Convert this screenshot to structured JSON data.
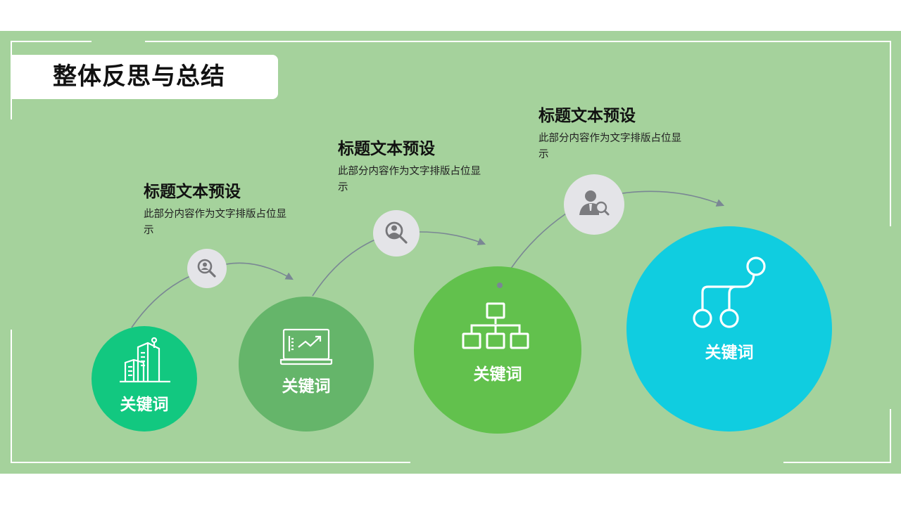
{
  "slide": {
    "title": "整体反思与总结",
    "colors": {
      "background": "#a5d29c",
      "frame": "#ffffff",
      "connector": "#7a8794",
      "badge": "#e4e4e8",
      "badge_icon": "#7b7b7f"
    }
  },
  "steps": [
    {
      "heading": "标题文本预设",
      "body": "此部分内容作为文字排版占位显示",
      "keyword": "关键词",
      "circle_color": "#12c880",
      "main_icon": "buildings-icon",
      "badge_icon": "search-person-icon"
    },
    {
      "heading": "标题文本预设",
      "body": "此部分内容作为文字排版占位显示",
      "keyword": "关键词",
      "circle_color": "#65b56a",
      "main_icon": "laptop-chart-icon",
      "badge_icon": "search-businessman-icon"
    },
    {
      "heading": "标题文本预设",
      "body": "此部分内容作为文字排版占位显示",
      "keyword": "关键词",
      "circle_color": "#62c14d",
      "main_icon": "org-chart-icon",
      "badge_icon": "person-magnifier-icon"
    },
    {
      "keyword": "关键词",
      "circle_color": "#10cde0",
      "main_icon": "branch-nodes-icon"
    }
  ]
}
